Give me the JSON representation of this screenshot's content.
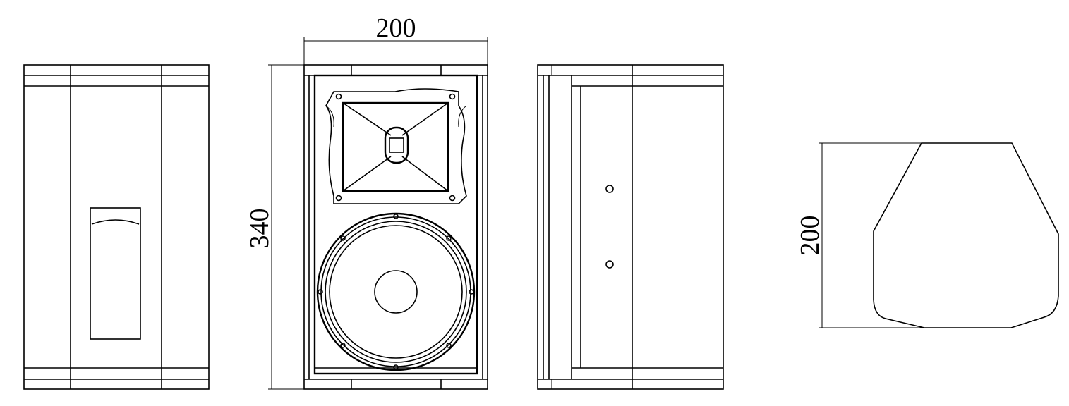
{
  "dimensions": {
    "front_width": "200",
    "front_height": "340",
    "top_depth": "200"
  },
  "views": {
    "rear": "rear-view",
    "front": "front-view",
    "side": "side-view",
    "top": "top-view"
  },
  "colors": {
    "line": "#000000",
    "background": "#ffffff"
  }
}
